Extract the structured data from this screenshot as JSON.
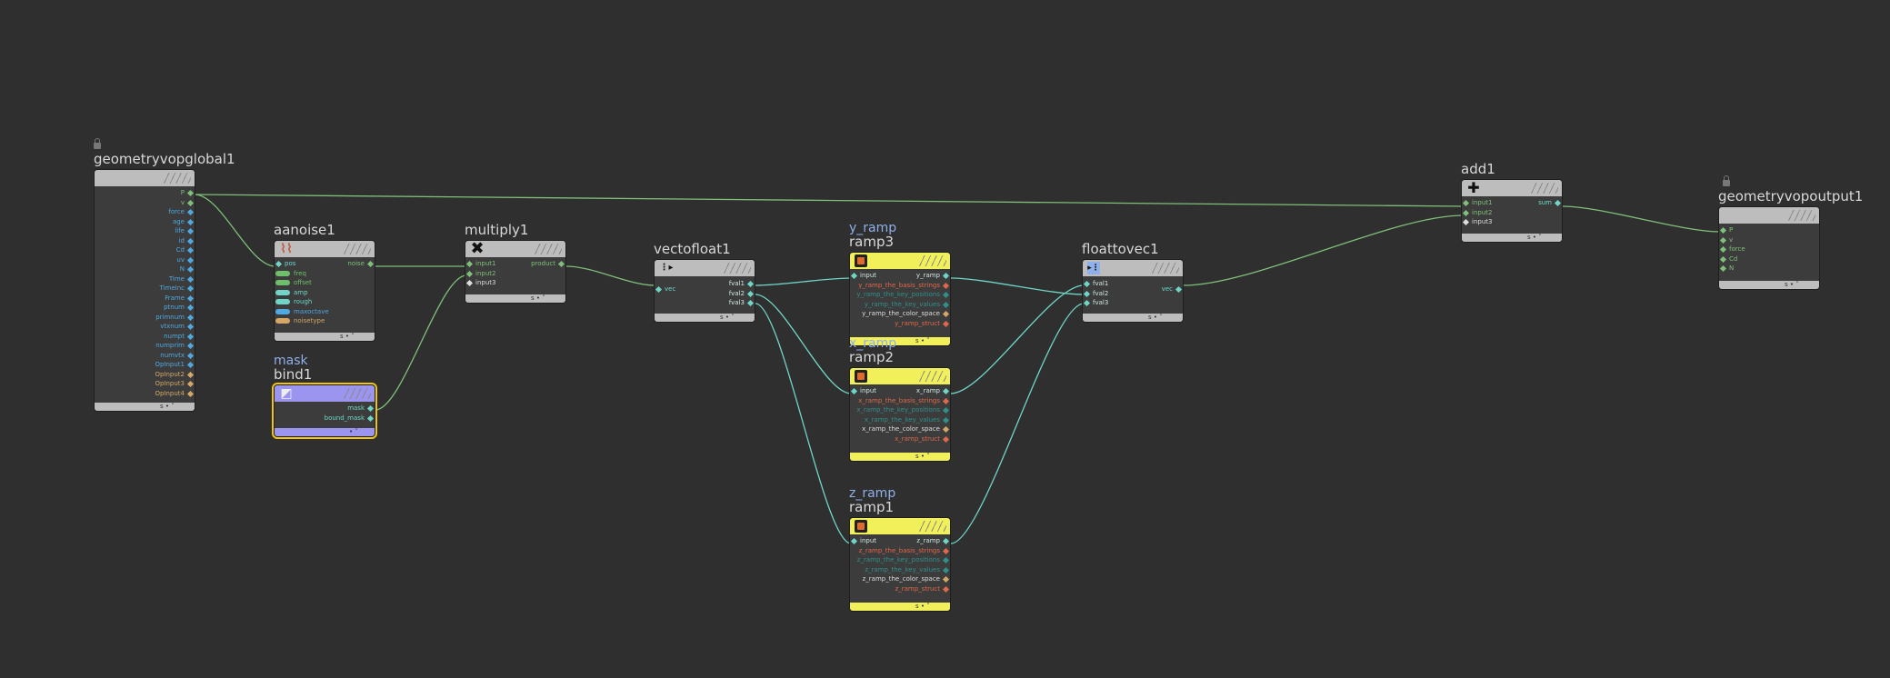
{
  "colors": {
    "background": "#2f2f2f",
    "wire": "#7fbf7a",
    "wire_vec": "#6fd6c7",
    "node_gray": "#bdbdbd",
    "node_yellow": "#f2f05a",
    "node_purple": "#9b95ef",
    "selection": "#f2c40f"
  },
  "nodes": {
    "geometryvopglobal1": {
      "name": "geometryvopglobal1",
      "outputs": [
        "P",
        "v",
        "force",
        "age",
        "life",
        "id",
        "Cd",
        "uv",
        "N",
        "Time",
        "TimeInc",
        "Frame",
        "ptnum",
        "primnum",
        "vtxnum",
        "numpt",
        "numprim",
        "numvtx",
        "OpInput1",
        "OpInput2",
        "OpInput3",
        "OpInput4"
      ],
      "footer": "s  •  ˅"
    },
    "aanoise1": {
      "name": "aanoise1",
      "inputs": [
        "pos",
        "freq",
        "offset",
        "amp",
        "rough",
        "maxoctave",
        "noisetype"
      ],
      "output": "noise",
      "footer": "s  •  ˅"
    },
    "bind1": {
      "subtitle": "mask",
      "name": "bind1",
      "outputs": [
        "mask",
        "bound_mask"
      ],
      "footer": "•  ˅"
    },
    "multiply1": {
      "name": "multiply1",
      "inputs": [
        "input1",
        "input2",
        "input3"
      ],
      "output": "product",
      "icon": "✖",
      "footer": "s  •  ˅"
    },
    "vectofloat1": {
      "name": "vectofloat1",
      "input": "vec",
      "outputs": [
        "fval1",
        "fval2",
        "fval3"
      ],
      "footer": "s  •  ˅"
    },
    "ramp3": {
      "subtitle": "y_ramp",
      "name": "ramp3",
      "input": "input",
      "outputs": [
        "y_ramp",
        "y_ramp_the_basis_strings",
        "y_ramp_the_key_positions",
        "y_ramp_the_key_values",
        "y_ramp_the_color_space",
        "y_ramp_struct"
      ],
      "footer": "s  •  ˅"
    },
    "ramp2": {
      "subtitle": "x_ramp",
      "name": "ramp2",
      "input": "input",
      "outputs": [
        "x_ramp",
        "x_ramp_the_basis_strings",
        "x_ramp_the_key_positions",
        "x_ramp_the_key_values",
        "x_ramp_the_color_space",
        "x_ramp_struct"
      ],
      "footer": "s  •  ˅"
    },
    "ramp1": {
      "subtitle": "z_ramp",
      "name": "ramp1",
      "input": "input",
      "outputs": [
        "z_ramp",
        "z_ramp_the_basis_strings",
        "z_ramp_the_key_positions",
        "z_ramp_the_key_values",
        "z_ramp_the_color_space",
        "z_ramp_struct"
      ],
      "footer": "s  •  ˅"
    },
    "floattovec1": {
      "name": "floattovec1",
      "inputs": [
        "fval1",
        "fval2",
        "fval3"
      ],
      "output": "vec",
      "footer": "s  •  ˅"
    },
    "add1": {
      "name": "add1",
      "inputs": [
        "input1",
        "input2",
        "input3"
      ],
      "output": "sum",
      "icon": "✚",
      "footer": "s  •  ˅"
    },
    "geometryvopoutput1": {
      "name": "geometryvopoutput1",
      "inputs": [
        "P",
        "v",
        "force",
        "Cd",
        "N"
      ],
      "footer": "s  •  ˅"
    }
  }
}
